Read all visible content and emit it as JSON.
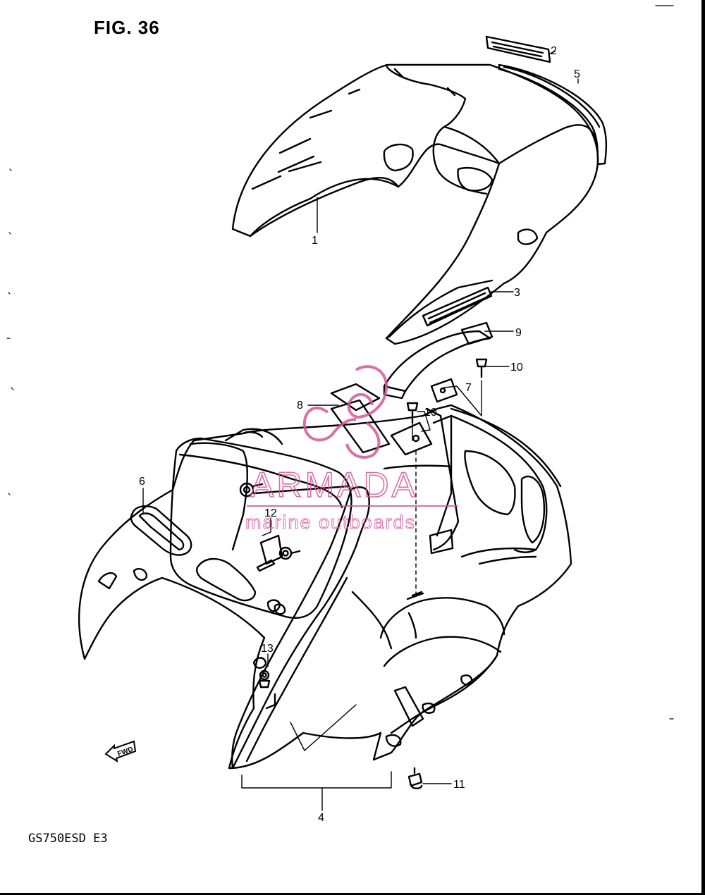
{
  "figure": {
    "title": "FIG. 36",
    "model": "GS750ESD E3"
  },
  "callouts": [
    {
      "id": "c1",
      "label": "1"
    },
    {
      "id": "c2",
      "label": "2"
    },
    {
      "id": "c3",
      "label": "3"
    },
    {
      "id": "c4",
      "label": "4"
    },
    {
      "id": "c5",
      "label": "5"
    },
    {
      "id": "c6",
      "label": "6"
    },
    {
      "id": "c7",
      "label": "7"
    },
    {
      "id": "c8",
      "label": "8"
    },
    {
      "id": "c9",
      "label": "9"
    },
    {
      "id": "c10a",
      "label": "10"
    },
    {
      "id": "c10b",
      "label": "10"
    },
    {
      "id": "c11",
      "label": "11"
    },
    {
      "id": "c12",
      "label": "12"
    },
    {
      "id": "c13",
      "label": "13"
    }
  ],
  "watermark": {
    "brand": "ARMADA",
    "tagline": "marine outboards",
    "color": "#d6559a"
  },
  "direction_marker": {
    "text": "FWD"
  },
  "colors": {
    "line": "#000000",
    "background": "#ffffff"
  }
}
